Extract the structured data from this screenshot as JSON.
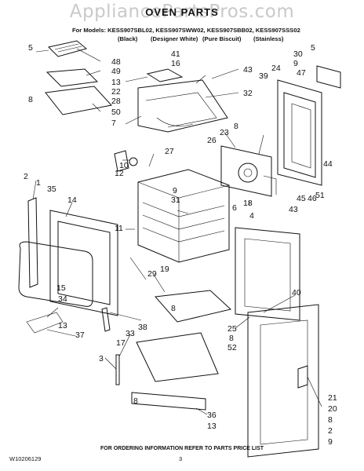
{
  "watermark": "AppliancePartsPros.com",
  "title": "OVEN PARTS",
  "models_line": "For Models: KESS907SBL02, KESS907SWW02, KESS907SBB02, KESS907SSS02",
  "variants": [
    "(Black)",
    "(Designer White)",
    "(Pure Biscuit)",
    "(Stainless)"
  ],
  "footnote": "FOR ORDERING INFORMATION REFER TO PARTS PRICE LIST",
  "document_number": "W10206129",
  "page_number": "3",
  "callouts": [
    "5",
    "48",
    "49",
    "8",
    "50",
    "41",
    "16",
    "13",
    "22",
    "28",
    "7",
    "43",
    "32",
    "5",
    "30",
    "24",
    "39",
    "9",
    "47",
    "8",
    "44",
    "23",
    "26",
    "27",
    "10",
    "11",
    "12",
    "9",
    "31",
    "51",
    "46",
    "45",
    "43",
    "6",
    "18",
    "4",
    "1",
    "35",
    "14",
    "2",
    "29",
    "19",
    "8",
    "40",
    "38",
    "15",
    "34",
    "13",
    "37",
    "17",
    "33",
    "3",
    "25",
    "8",
    "52",
    "8",
    "36",
    "13",
    "21",
    "20",
    "8",
    "2",
    "9"
  ]
}
